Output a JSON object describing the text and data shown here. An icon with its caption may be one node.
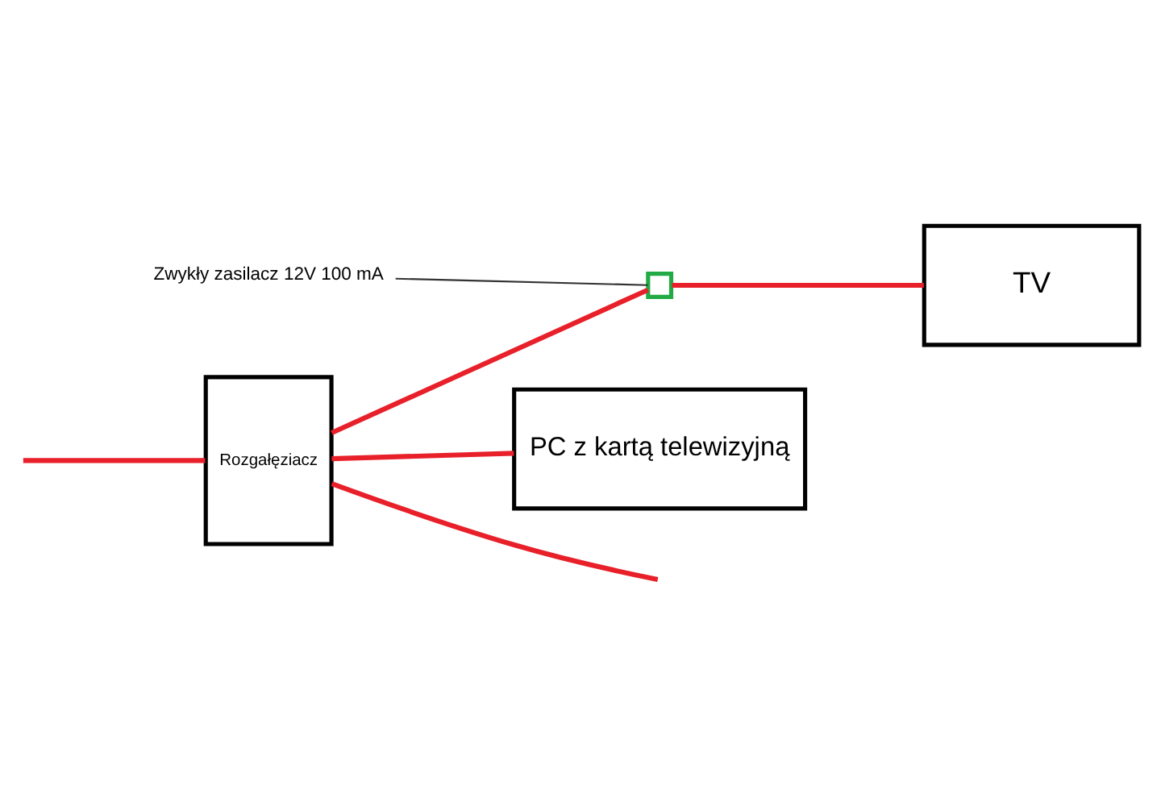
{
  "diagram": {
    "nodes": [
      {
        "text": [
          "Rozgałęziacz"
        ]
      },
      {
        "text": [
          "TV"
        ]
      },
      {
        "text": [
          "PC z kartą telewizyjną"
        ]
      },
      {
        "text": [],
        "shape": "box"
      },
      {
        "text": [
          "Zwykły zasilacz 12V 100 mA"
        ]
      }
    ],
    "edges": [
      {
        "from": null,
        "to": 0,
        "arrow": "none"
      },
      {
        "from": 0,
        "to": null,
        "arrow": "none"
      },
      {
        "from": 0,
        "to": 2,
        "arrow": "none"
      },
      {
        "from": 0,
        "to": 3,
        "arrow": "none"
      },
      {
        "from": 3,
        "to": 1,
        "arrow": "none"
      },
      {
        "from": 4,
        "to": 3,
        "arrow": "none",
        "color": "#333333"
      }
    ]
  }
}
